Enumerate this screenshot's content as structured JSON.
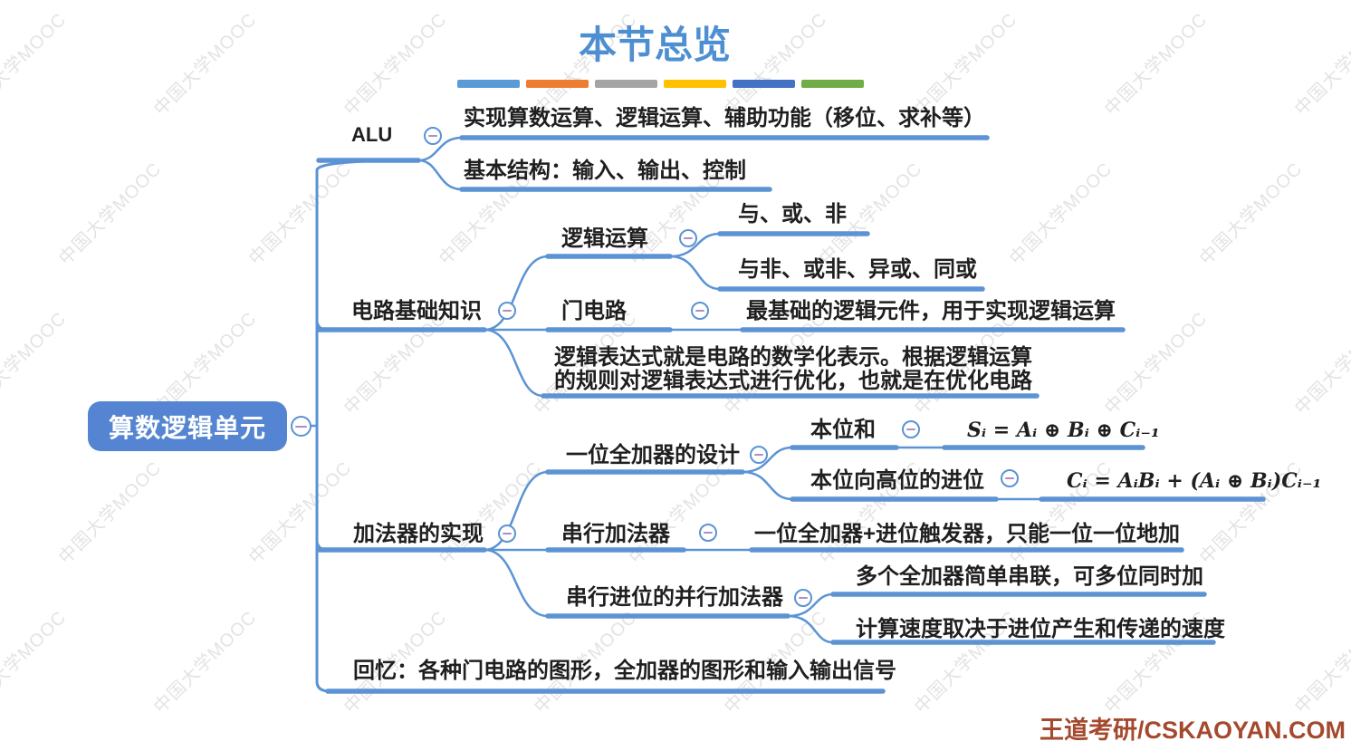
{
  "title": "本节总览",
  "legend_colors": [
    "#5B9BD5",
    "#ED7D31",
    "#A5A5A5",
    "#FFC000",
    "#4472C4",
    "#70AD47"
  ],
  "accent": {
    "line_blue": "#5b93d4",
    "root_fill": "#5585d2",
    "title_blue": "#4e8fd2",
    "footer_red": "#a5492e"
  },
  "watermark": {
    "text": "中国大学MOOC"
  },
  "root": {
    "label": "算数逻辑单元"
  },
  "nodes": {
    "alu": {
      "label": "ALU"
    },
    "alu_c1": {
      "label": "实现算数运算、逻辑运算、辅助功能（移位、求补等）"
    },
    "alu_c2": {
      "label": "基本结构：输入、输出、控制"
    },
    "circuit": {
      "label": "电路基础知识"
    },
    "logic_op": {
      "label": "逻辑运算"
    },
    "logic_c1": {
      "label": "与、或、非"
    },
    "logic_c2": {
      "label": "与非、或非、异或、同或"
    },
    "gate": {
      "label": "门电路"
    },
    "gate_c": {
      "label": "最基础的逻辑元件，用于实现逻辑运算"
    },
    "expr_l1": {
      "label": "逻辑表达式就是电路的数学化表示。根据逻辑运算"
    },
    "expr_l2": {
      "label": "的规则对逻辑表达式进行优化，也就是在优化电路"
    },
    "adder": {
      "label": "加法器的实现"
    },
    "full_adder": {
      "label": "一位全加器的设计"
    },
    "sum": {
      "label": "本位和"
    },
    "sum_formula": {
      "label": "Sᵢ = Aᵢ ⊕ Bᵢ ⊕ Cᵢ₋₁"
    },
    "carry": {
      "label": "本位向高位的进位"
    },
    "carry_formula": {
      "label": "Cᵢ = AᵢBᵢ + (Aᵢ ⊕ Bᵢ)Cᵢ₋₁"
    },
    "serial": {
      "label": "串行加法器"
    },
    "serial_c": {
      "label": "一位全加器+进位触发器，只能一位一位地加"
    },
    "parallel": {
      "label": "串行进位的并行加法器"
    },
    "parallel_c1": {
      "label": "多个全加器简单串联，可多位同时加"
    },
    "parallel_c2": {
      "label": "计算速度取决于进位产生和传递的速度"
    },
    "recall": {
      "label": "回忆：各种门电路的图形，全加器的图形和输入输出信号"
    }
  },
  "footer": {
    "label": "王道考研/CSKAOYAN.COM"
  }
}
